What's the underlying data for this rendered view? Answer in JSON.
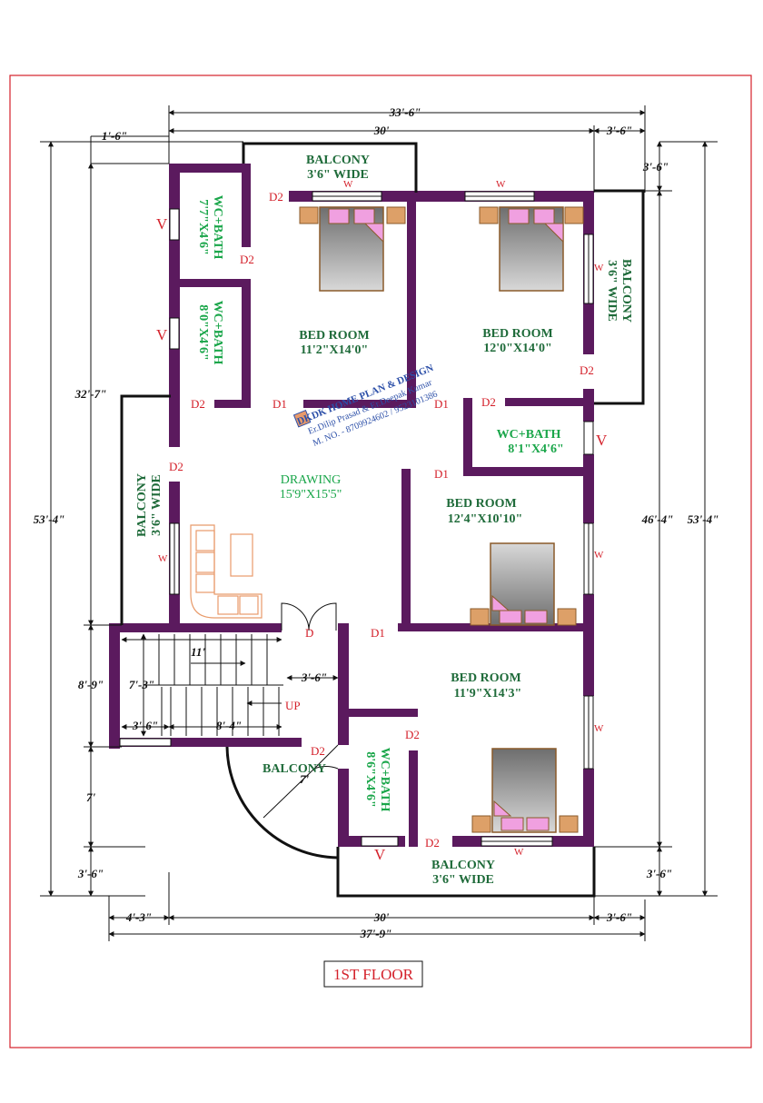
{
  "title": "1ST FLOOR",
  "rooms": {
    "balcony_top": {
      "name": "BALCONY",
      "size": "3'6\" WIDE"
    },
    "wc1": {
      "name": "WC+BATH",
      "size": "7'7\"X4'6\""
    },
    "wc2": {
      "name": "WC+BATH",
      "size": "8'0\"X4'6\""
    },
    "bed1": {
      "name": "BED ROOM",
      "size": "11'2\"X14'0\""
    },
    "bed2": {
      "name": "BED ROOM",
      "size": "12'0\"X14'0\""
    },
    "balcony_right": {
      "name": "BALCONY",
      "size": "3'6\" WIDE"
    },
    "wc3": {
      "name": "WC+BATH",
      "size": "8'1\"X4'6\""
    },
    "drawing": {
      "name": "DRAWING",
      "size": "15'9\"X15'5\""
    },
    "balcony_left": {
      "name": "BALCONY",
      "size": "3'6\" WIDE"
    },
    "bed3": {
      "name": "BED ROOM",
      "size": "12'4\"X10'10\""
    },
    "bed4": {
      "name": "BED ROOM",
      "size": "11'9\"X14'3\""
    },
    "balcony_curve": {
      "name": "BALCONY",
      "size": "7'"
    },
    "wc4": {
      "name": "WC+BATH",
      "size": "8'6\"X4'6\""
    },
    "balcony_bottom": {
      "name": "BALCONY",
      "size": "3'6\" WIDE"
    }
  },
  "labels": {
    "d": "D",
    "d1": "D1",
    "d2": "D2",
    "w": "W",
    "v": "V",
    "up": "UP"
  },
  "dimensions": {
    "top_total": "33'-6\"",
    "top_main": "30'",
    "top_right": "3'-6\"",
    "top_left": "1'-6\"",
    "right_top": "3'-6\"",
    "left_upper": "32'-7\"",
    "left_total": "53'-4\"",
    "right_inner": "46'-4\"",
    "right_total": "53'-4\"",
    "stair_width": "11'",
    "stair_left": "8'-9\"",
    "stair_inner": "7'-3\"",
    "stair_gap": "3'-6\"",
    "stair_bottom_left": "3'-6\"",
    "stair_bottom_right": "8'-4\"",
    "left_lower": "7'",
    "left_bottom": "3'-6\"",
    "right_bottom": "3'-6\"",
    "bottom_left": "4'-3\"",
    "bottom_main": "30'",
    "bottom_right": "3'-6\"",
    "bottom_total": "37'-9\""
  },
  "watermark": {
    "line1": "DK HOME PLAN & DESIGN",
    "line2": "Er.Dilip Prasad & Er.Deepak Kumar",
    "line3": "M. NO. - 8709924602 / 9523101386",
    "logo": "DK"
  },
  "colors": {
    "wall": "#5b1a5e",
    "frame": "#d4202a",
    "room_text": "#1f6b3a",
    "door_text": "#d4202a"
  }
}
